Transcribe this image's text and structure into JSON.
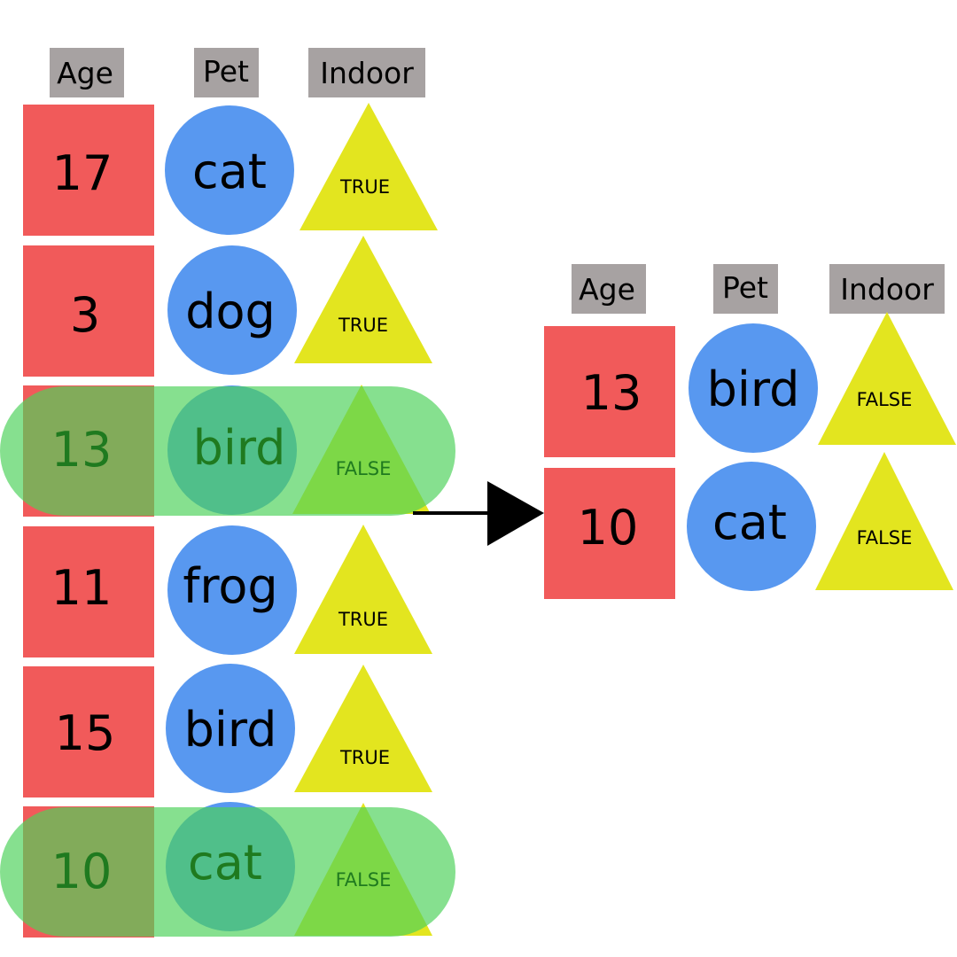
{
  "colors": {
    "age_box": "#f15a5a",
    "pet_circle": "#5898f0",
    "indoor_triangle": "#e3e51f",
    "header_bg": "#a7a2a2",
    "highlight": "#4cd15a",
    "highlight_text": "#1f7a1f",
    "arrow": "#000000"
  },
  "source_table": {
    "headers": {
      "age": "Age",
      "pet": "Pet",
      "indoor": "Indoor"
    },
    "rows": [
      {
        "age": "17",
        "pet": "cat",
        "indoor": "TRUE",
        "selected": false
      },
      {
        "age": "3",
        "pet": "dog",
        "indoor": "TRUE",
        "selected": false
      },
      {
        "age": "13",
        "pet": "bird",
        "indoor": "FALSE",
        "selected": true
      },
      {
        "age": "11",
        "pet": "frog",
        "indoor": "TRUE",
        "selected": false
      },
      {
        "age": "15",
        "pet": "bird",
        "indoor": "TRUE",
        "selected": false
      },
      {
        "age": "10",
        "pet": "cat",
        "indoor": "FALSE",
        "selected": true
      }
    ]
  },
  "result_table": {
    "headers": {
      "age": "Age",
      "pet": "Pet",
      "indoor": "Indoor"
    },
    "rows": [
      {
        "age": "13",
        "pet": "bird",
        "indoor": "FALSE"
      },
      {
        "age": "10",
        "pet": "cat",
        "indoor": "FALSE"
      }
    ]
  }
}
